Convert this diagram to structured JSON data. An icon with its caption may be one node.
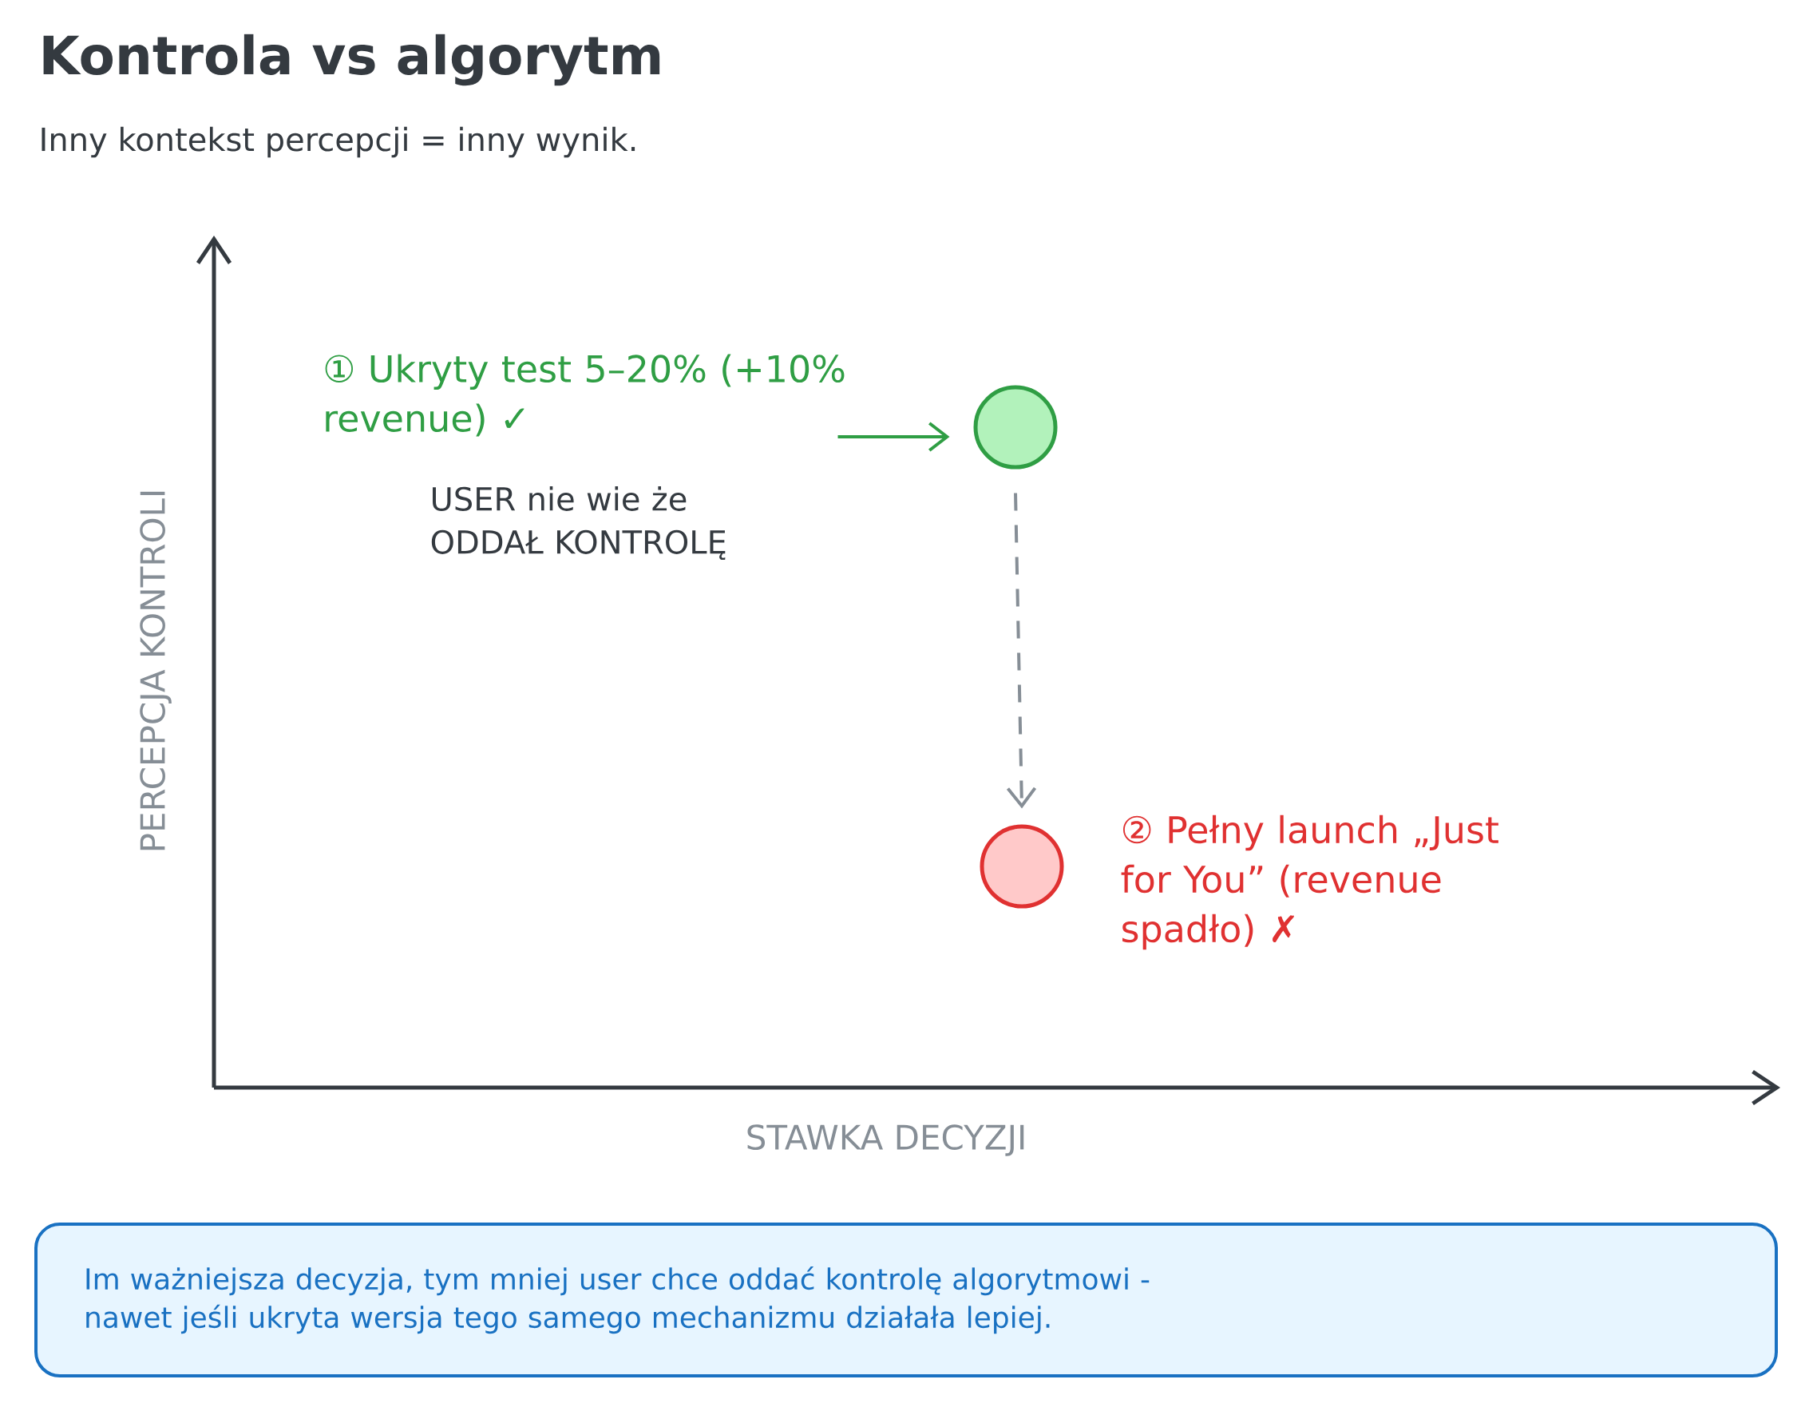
{
  "diagram": {
    "title": "Kontrola vs algorytm",
    "nodes": [
      {
        "text": [
          "① Ukryty test 5–20% (+10% revenue) ✓"
        ]
      },
      {
        "text": [],
        "shape": "circle"
      },
      {
        "text": [],
        "shape": "circle",
        "beside": [
          "② Pełny launch „Just for You” (revenue spadło) ✗"
        ]
      },
      {
        "text": [
          "Im ważniejsza decyzja, tym mniej user chce oddać kontrolę algorytmowi - nawet jeśli ukryta wersja tego samego mechanizmu działała lepiej."
        ]
      }
    ],
    "edges": [
      {
        "from": 0,
        "to": 1,
        "arrow": "to",
        "color": "#2f9e44"
      },
      {
        "from": 1,
        "to": 2,
        "arrow": "to",
        "style": "dashed"
      }
    ],
    "labels": [
      "Inny kontekst percepcji = inny wynik.",
      "USER nie wie że ODDAŁ KONTROLĘ",
      "PERCEPCJA KONTROLI",
      "STAWKA DECYZJI"
    ]
  }
}
